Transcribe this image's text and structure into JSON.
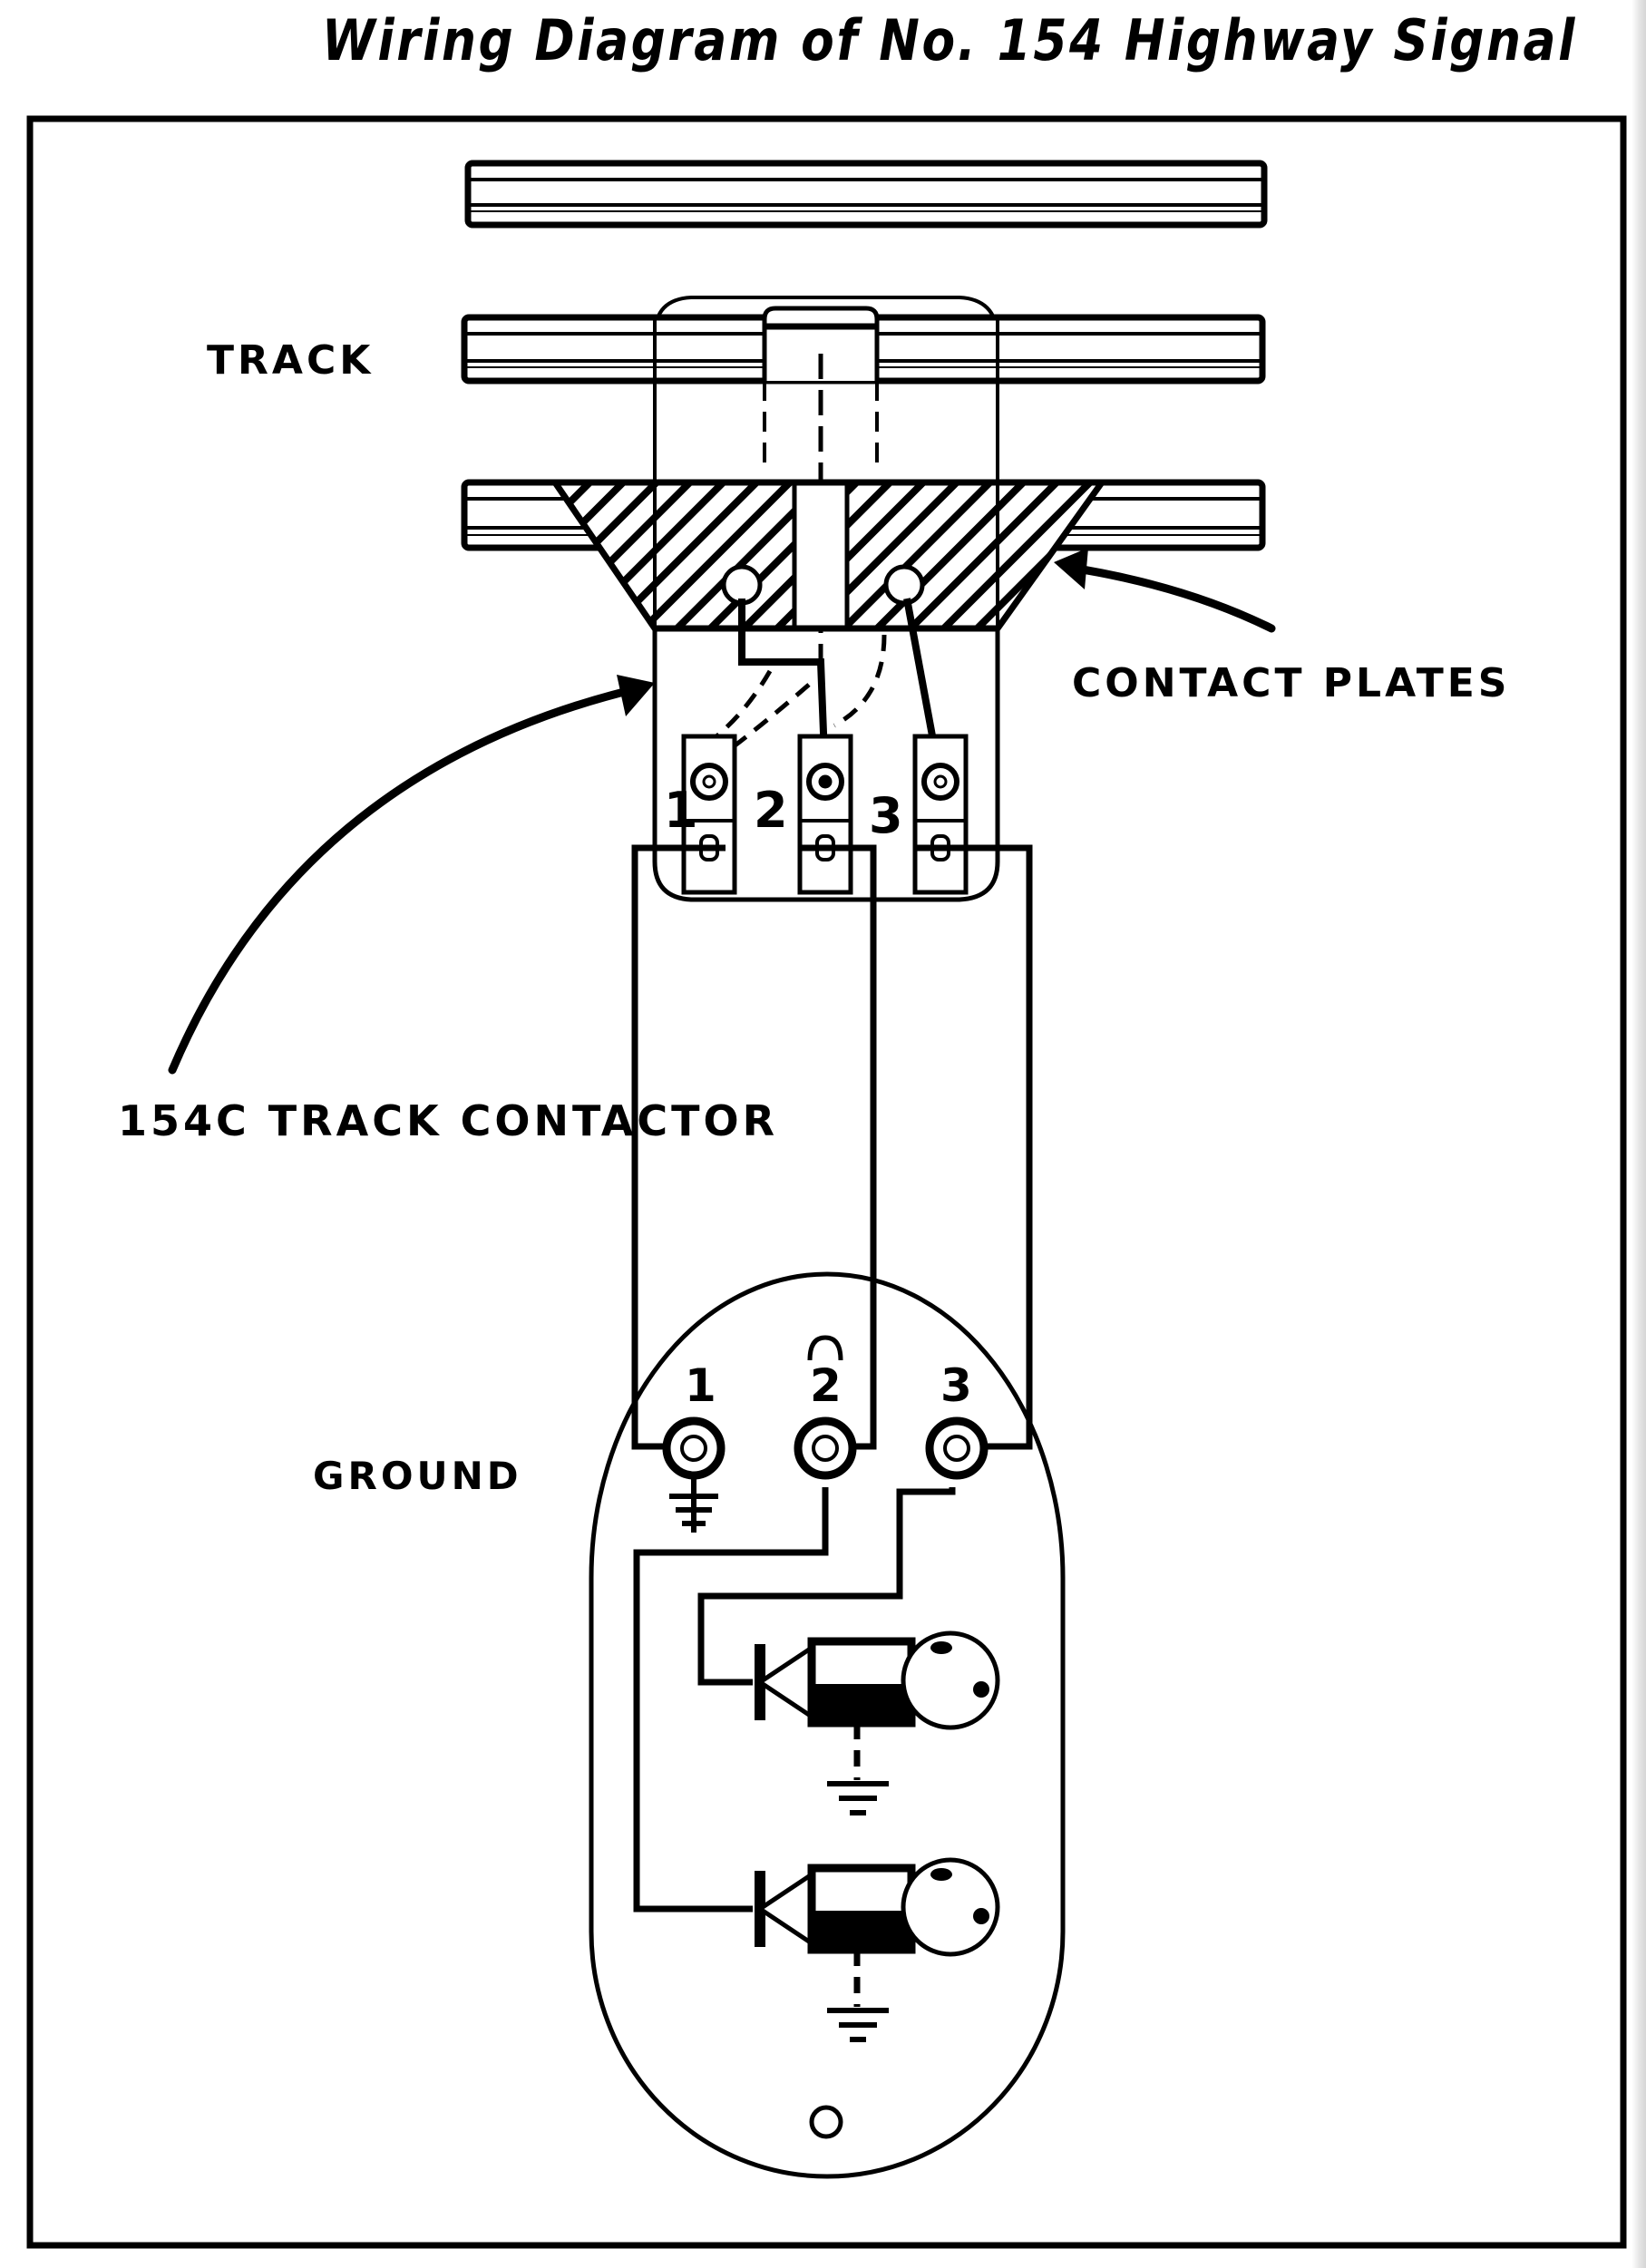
{
  "title": "Wiring Diagram of No. 154 Highway Signal",
  "labels": {
    "track": "TRACK",
    "contact_plates": "CONTACT PLATES",
    "track_contactor": "154C TRACK CONTACTOR",
    "ground": "GROUND"
  },
  "contactor_terminals": [
    {
      "number": "1"
    },
    {
      "number": "2"
    },
    {
      "number": "3"
    }
  ],
  "signal_terminals": [
    {
      "number": "1",
      "note": "ground"
    },
    {
      "number": "2"
    },
    {
      "number": "3"
    }
  ],
  "lamps": [
    {
      "name": "upper-lamp",
      "fed_by_terminal": "3"
    },
    {
      "name": "lower-lamp",
      "fed_by_terminal": "2"
    }
  ],
  "colors": {
    "ink": "#000000",
    "paper": "#ffffff"
  }
}
